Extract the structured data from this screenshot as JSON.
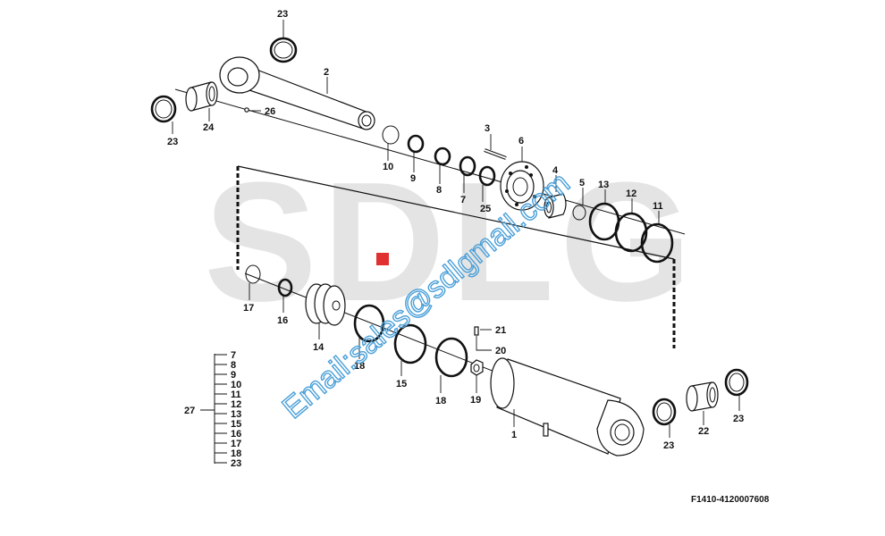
{
  "watermark": {
    "brand": "SDLG",
    "email": "Email:sales@sdlgmail.com",
    "accent_color": "#4a9fd8",
    "brand_red": "#e03030"
  },
  "figure_ref": "F1410-4120007608",
  "callouts": [
    {
      "id": "c23a",
      "text": "23"
    },
    {
      "id": "c2",
      "text": "2"
    },
    {
      "id": "c23b",
      "text": "23"
    },
    {
      "id": "c24",
      "text": "24"
    },
    {
      "id": "c26",
      "text": "26"
    },
    {
      "id": "c10",
      "text": "10"
    },
    {
      "id": "c9",
      "text": "9"
    },
    {
      "id": "c8",
      "text": "8"
    },
    {
      "id": "c7",
      "text": "7"
    },
    {
      "id": "c25",
      "text": "25"
    },
    {
      "id": "c3",
      "text": "3"
    },
    {
      "id": "c6",
      "text": "6"
    },
    {
      "id": "c4",
      "text": "4"
    },
    {
      "id": "c5",
      "text": "5"
    },
    {
      "id": "c13",
      "text": "13"
    },
    {
      "id": "c12",
      "text": "12"
    },
    {
      "id": "c11",
      "text": "11"
    },
    {
      "id": "c17",
      "text": "17"
    },
    {
      "id": "c16",
      "text": "16"
    },
    {
      "id": "c14",
      "text": "14"
    },
    {
      "id": "c18a",
      "text": "18"
    },
    {
      "id": "c15",
      "text": "15"
    },
    {
      "id": "c18b",
      "text": "18"
    },
    {
      "id": "c21",
      "text": "21"
    },
    {
      "id": "c20",
      "text": "20"
    },
    {
      "id": "c19",
      "text": "19"
    },
    {
      "id": "c1",
      "text": "1"
    },
    {
      "id": "c23c",
      "text": "23"
    },
    {
      "id": "c22",
      "text": "22"
    },
    {
      "id": "c23d",
      "text": "23"
    }
  ],
  "kit": {
    "label": "27",
    "items": [
      "7",
      "8",
      "9",
      "10",
      "11",
      "12",
      "13",
      "15",
      "16",
      "17",
      "18",
      "23"
    ]
  }
}
